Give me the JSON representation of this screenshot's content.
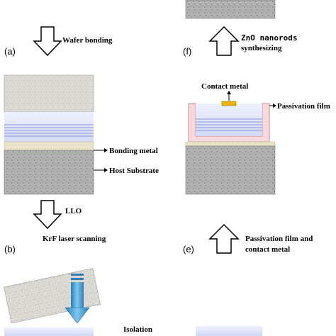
{
  "steps": {
    "a": {
      "letter": "(a)",
      "caption": "Wafer bonding"
    },
    "b": {
      "letter": "(b)",
      "caption_llo": "LLO",
      "caption_laser": "KrF laser scanning"
    },
    "e": {
      "letter": "(e)",
      "caption_line1": "Passivation film and",
      "caption_line2": "contact metal"
    },
    "f": {
      "letter": "(f)",
      "caption_line1": "ZnO nanorods",
      "caption_line2": "synthesizing"
    }
  },
  "labels": {
    "bonding_metal": "Bonding metal",
    "host_substrate": "Host Substrate",
    "contact_metal": "Contact metal",
    "passivation_film": "Passivation film",
    "isolation": "Isolation"
  },
  "colors": {
    "substrate_gray": "#a9a9a9",
    "substrate_light": "#d9d6cf",
    "epi_blue": "#dfe4f8",
    "epi_line": "#6f7fd0",
    "bonding_metal": "#e9e2c8",
    "passivation_fill": "#f7d9dc",
    "passivation_stroke": "#c98f94",
    "contact_gold": "#e8b400",
    "laser_blue": "#3a8fc6"
  }
}
